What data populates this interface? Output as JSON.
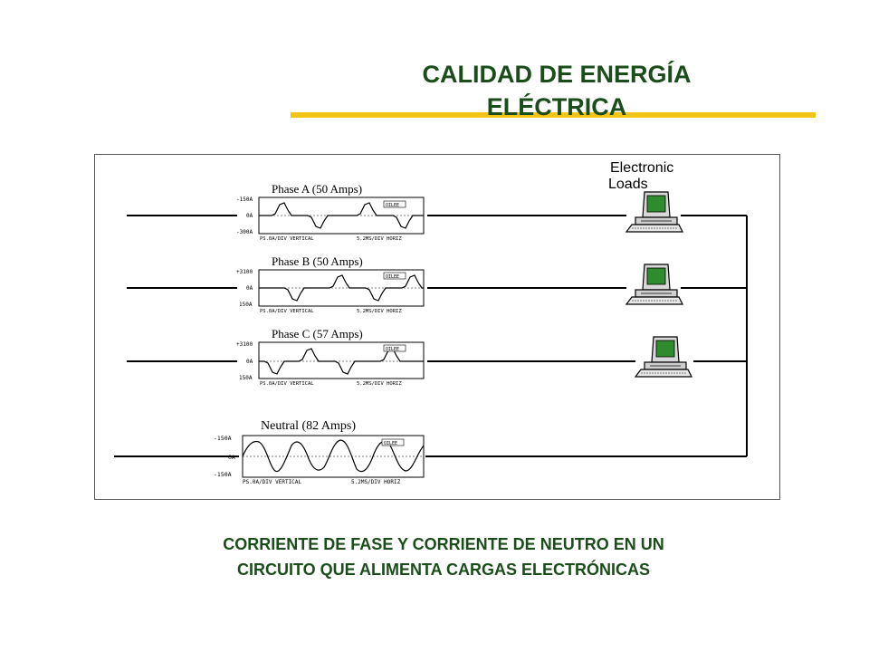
{
  "title": {
    "line1": "CALIDAD DE ENERGÍA",
    "line2": "ELÉCTRICA"
  },
  "colors": {
    "title_text": "#1a4d1a",
    "title_rule": "#f2c418",
    "caption_text": "#1a4d1a",
    "screen": "#2e8b2e"
  },
  "diagram": {
    "loads_label": {
      "line1": "Electronic",
      "line2": "Loads"
    },
    "phases": [
      {
        "label": "Phase A  (50 Amps)",
        "scale_top": "-150A",
        "scale_mid": "0A",
        "scale_bot": "-300A",
        "footer_left": "PS.0A/DIV VERTICAL",
        "footer_right": "5.2MS/DIV HORIZ",
        "tag": "OILEE"
      },
      {
        "label": "Phase B  (50 Amps)",
        "scale_top": "+3100",
        "scale_mid": "0A",
        "scale_bot": "150A",
        "footer_left": "PS.0A/DIV VERTICAL",
        "footer_right": "5.2MS/DIV HORIZ",
        "tag": "OILEE"
      },
      {
        "label": "Phase C  (57 Amps)",
        "scale_top": "+3100",
        "scale_mid": "0A",
        "scale_bot": "150A",
        "footer_left": "PS.0A/DIV VERTICAL",
        "footer_right": "5.2MS/DIV HORIZ",
        "tag": "OILEE"
      }
    ],
    "neutral": {
      "label": "Neutral  (82 Amps)",
      "scale_top": "-150A",
      "scale_mid": "0A",
      "scale_bot": "-150A",
      "footer_left": "PS.0A/DIV VERTICAL",
      "footer_right": "5.2MS/DIV HORIZ",
      "tag": "OILEE"
    }
  },
  "caption": {
    "line1": "CORRIENTE DE FASE Y CORRIENTE DE NEUTRO EN UN",
    "line2": "CIRCUITO QUE ALIMENTA CARGAS ELECTRÓNICAS"
  }
}
